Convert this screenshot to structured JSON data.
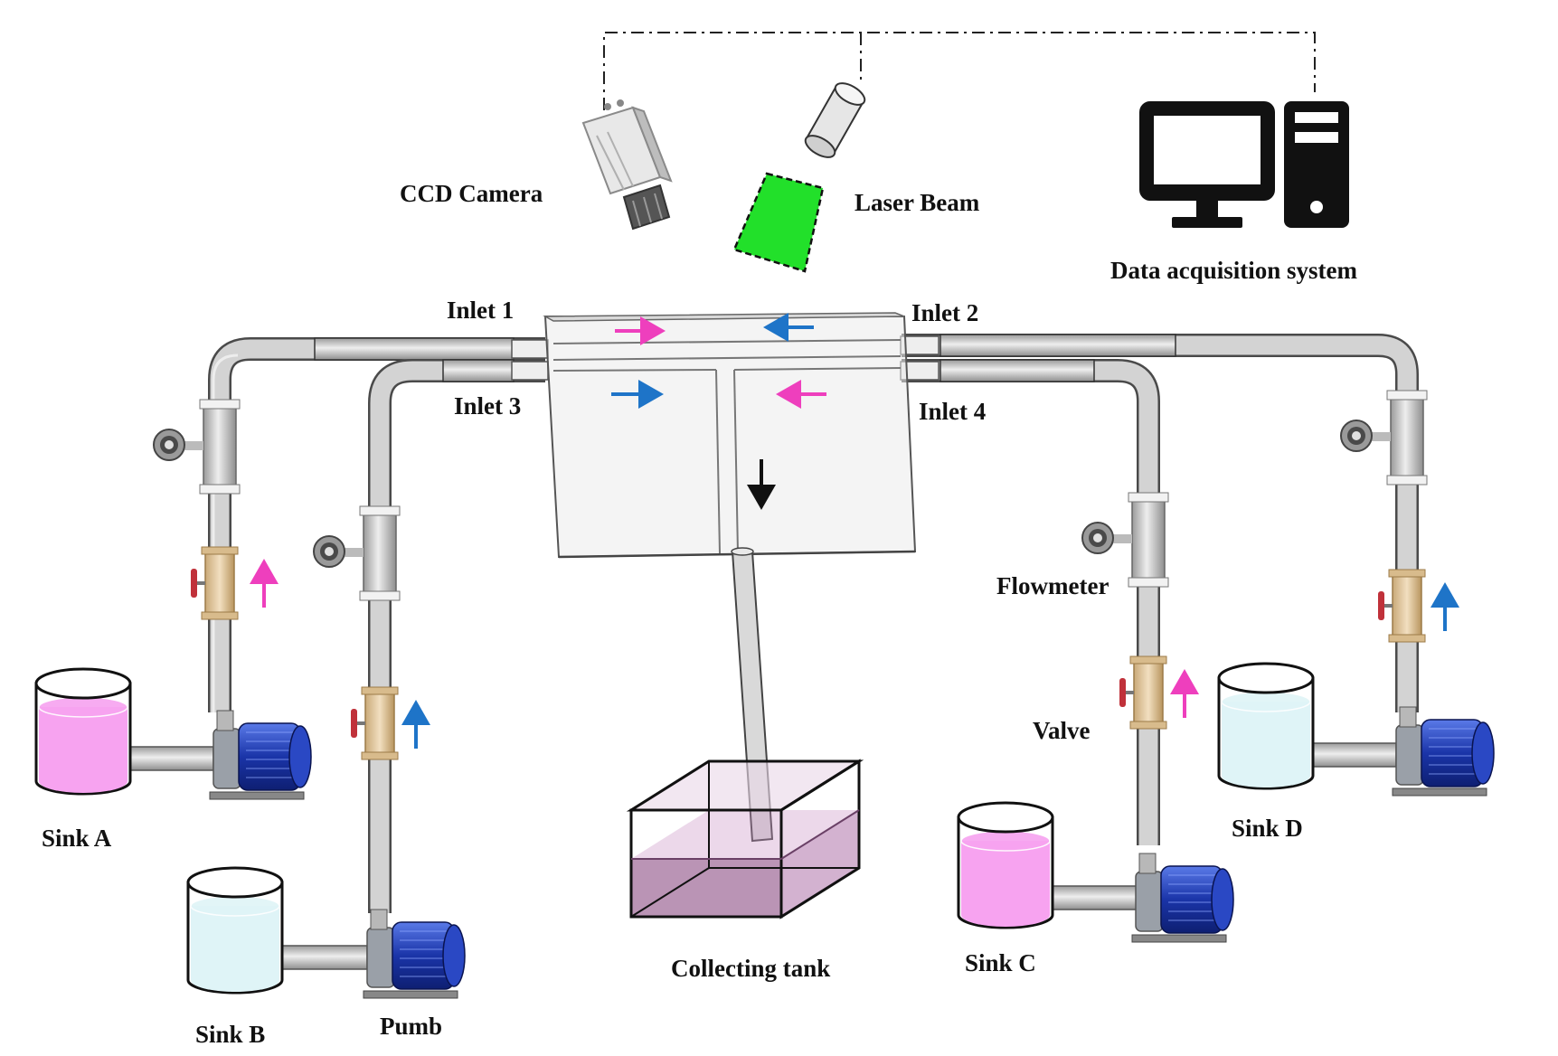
{
  "labels": {
    "ccd_camera": "CCD Camera",
    "laser_beam": "Laser Beam",
    "data_acquisition": "Data acquisition system",
    "inlet_1": "Inlet 1",
    "inlet_2": "Inlet 2",
    "inlet_3": "Inlet 3",
    "inlet_4": "Inlet 4",
    "flowmeter": "Flowmeter",
    "valve": "Valve",
    "pump": "Pumb",
    "collecting_tank": "Collecting tank",
    "sink_a": "Sink A",
    "sink_b": "Sink B",
    "sink_c": "Sink C",
    "sink_d": "Sink D"
  },
  "colors": {
    "pink_fluid": "#f7a3f0",
    "blue_fluid": "#dff4f7",
    "pink_arrow": "#ee3fbd",
    "blue_arrow": "#1e74c8",
    "laser_green": "#22e02a",
    "pump_blue": "#1f3fb8",
    "pipe_gray": "#c9c9c9"
  },
  "icons": [
    "ccd-camera-icon",
    "laser-head-icon",
    "computer-icon",
    "flowmeter-icon",
    "valve-icon",
    "pump-icon",
    "flow-arrow-icon"
  ]
}
